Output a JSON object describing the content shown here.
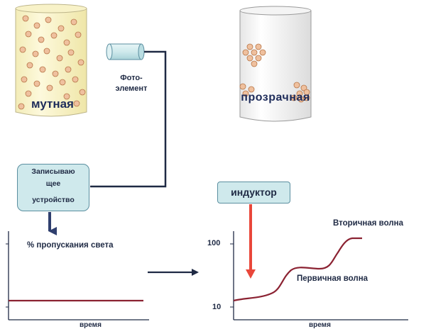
{
  "cylinders": {
    "cloudy_label": "мутная",
    "clear_label": "прозрачная"
  },
  "photoelement_label": "Фото-элемент",
  "recorder": {
    "line1": "Записываю",
    "line2": "щее",
    "line3": "устройство"
  },
  "left_chart": {
    "ylabel": "% пропускания света",
    "xlabel": "время"
  },
  "inductor_label": "индуктор",
  "right_chart": {
    "tick_100": "100",
    "tick_10": "10",
    "xlabel": "время",
    "primary_wave": "Первичная волна",
    "secondary_wave": "Вторичная волна"
  },
  "colors": {
    "particle_fill": "#efc09e",
    "particle_stroke": "#b77648",
    "cloudy_fill": "#fbf6cc",
    "box_fill": "#cfe9ec",
    "curve": "#8b2232",
    "inductor_arrow": "#e9473a",
    "connector": "#1f2a44"
  }
}
